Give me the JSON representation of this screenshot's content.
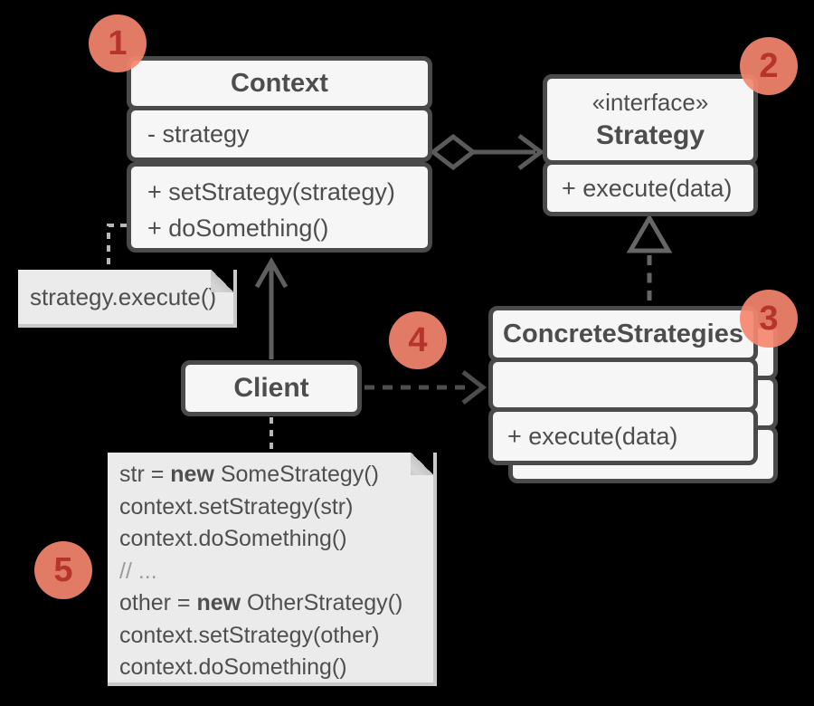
{
  "diagram_type": "uml-class-diagram",
  "pattern": "Strategy",
  "classes": {
    "context": {
      "title": "Context",
      "field": "- strategy",
      "method1": "+ setStrategy(strategy)",
      "method2": "+ doSomething()"
    },
    "strategy": {
      "stereotype": "«interface»",
      "title": "Strategy",
      "method1": "+ execute(data)"
    },
    "concrete": {
      "title": "ConcreteStrategies",
      "method1": "+ execute(data)"
    },
    "client": {
      "title": "Client"
    }
  },
  "notes": {
    "call": "strategy.execute()",
    "code": {
      "l1a": "str = ",
      "l1b": "new",
      "l1c": " SomeStrategy()",
      "l2": "context.setStrategy(str)",
      "l3": "context.doSomething()",
      "l4": "// ...",
      "l5a": "other = ",
      "l5b": "new",
      "l5c": " OtherStrategy()",
      "l6": "context.setStrategy(other)",
      "l7": "context.doSomething()"
    }
  },
  "badges": {
    "b1": "1",
    "b2": "2",
    "b3": "3",
    "b4": "4",
    "b5": "5"
  },
  "relationships": {
    "aggregation": "Context ◇→ Strategy",
    "realization": "ConcreteStrategies ▷ Strategy (dashed)",
    "client_to_context": "Client → Context (solid arrow)",
    "client_to_concrete": "Client ⇢ ConcreteStrategies (dashed arrow)"
  },
  "colors": {
    "background": "#000000",
    "box_border": "#4a4a4a",
    "box_fill": "#f6f6f6",
    "text": "#4d4d4d",
    "note_fill": "#ebebeb",
    "note_edge": "#c9c9c9",
    "badge_fill": "#f4856e",
    "badge_text": "#b5352c",
    "arrow": "#5a5a5a",
    "arrow_dark": "#4d4d4d",
    "connector_light": "#b8b8b8",
    "triangle": "#666666"
  }
}
